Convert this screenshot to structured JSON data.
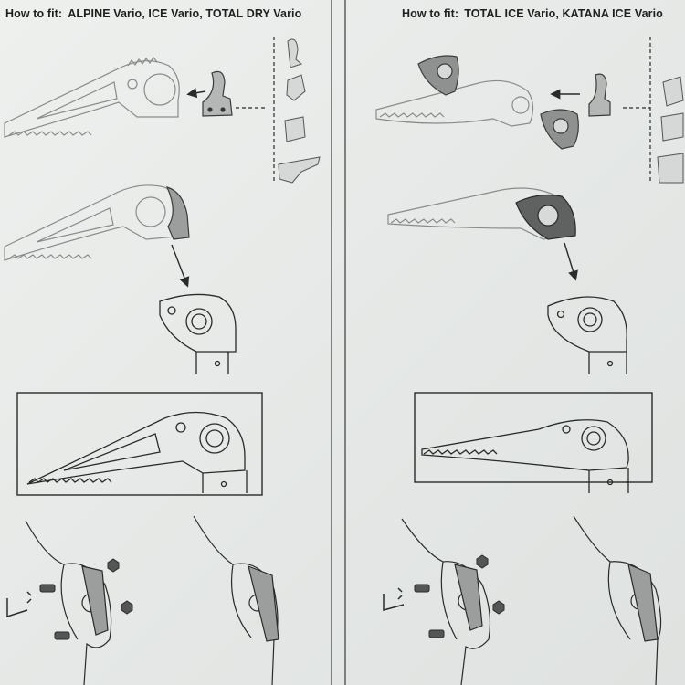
{
  "left_panel": {
    "how_to_fit": "How to fit:",
    "models": "ALPINE Vario, ICE Vario, TOTAL DRY Vario"
  },
  "right_panel": {
    "how_to_fit": "How to fit:",
    "models": "TOTAL ICE Vario, KATANA ICE Vario"
  },
  "colors": {
    "paper": "#e9ecea",
    "line": "#2a2a2a",
    "light_line": "#8a8a8a",
    "highlight_part": "#8f9190",
    "dark_part": "#5f6261"
  }
}
